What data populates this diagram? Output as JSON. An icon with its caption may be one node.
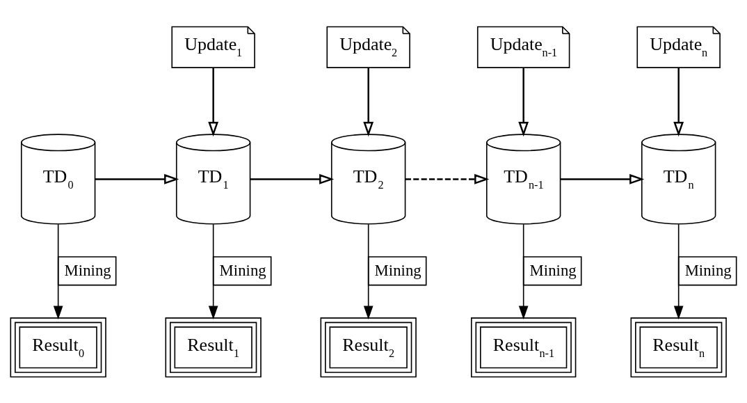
{
  "diagram": {
    "nodes": [
      {
        "text": [
          "Update$_{1}$"
        ]
      },
      {
        "text": [
          "Update$_{2}$"
        ]
      },
      {
        "text": [
          "Update$_{n-1}$"
        ]
      },
      {
        "text": [
          "Update$_{n}$"
        ]
      },
      {
        "text": [
          "TD$_{0}$"
        ]
      },
      {
        "text": [
          "TD$_{1}$"
        ]
      },
      {
        "text": [
          "TD$_{2}$"
        ]
      },
      {
        "text": [
          "TD$_{n-1}$"
        ]
      },
      {
        "text": [
          "TD$_{n}$"
        ]
      },
      {
        "text": [
          "Result$_{0}$"
        ]
      },
      {
        "text": [
          "Result$_{1}$"
        ]
      },
      {
        "text": [
          "Result$_{2}$"
        ]
      },
      {
        "text": [
          "Result$_{n-1}$"
        ]
      },
      {
        "text": [
          "Result$_{n}$"
        ]
      }
    ],
    "edges": [
      {
        "from": 0,
        "to": 5,
        "arrow": "to"
      },
      {
        "from": 1,
        "to": 6,
        "arrow": "to"
      },
      {
        "from": 2,
        "to": 7,
        "arrow": "to"
      },
      {
        "from": 3,
        "to": 8,
        "arrow": "to"
      },
      {
        "from": 4,
        "to": 5,
        "arrow": "to"
      },
      {
        "from": 5,
        "to": 6,
        "arrow": "to"
      },
      {
        "from": 6,
        "to": 7,
        "arrow": "to",
        "style": "dashed"
      },
      {
        "from": 7,
        "to": 8,
        "arrow": "to"
      },
      {
        "from": 4,
        "to": 9,
        "arrow": "to",
        "label": "Mining"
      },
      {
        "from": 5,
        "to": 10,
        "arrow": "to",
        "label": "Mining"
      },
      {
        "from": 6,
        "to": 11,
        "arrow": "to",
        "label": "Mining"
      },
      {
        "from": 7,
        "to": 12,
        "arrow": "to",
        "label": "Mining"
      },
      {
        "from": 8,
        "to": 13,
        "arrow": "to",
        "label": "Mining"
      }
    ]
  }
}
